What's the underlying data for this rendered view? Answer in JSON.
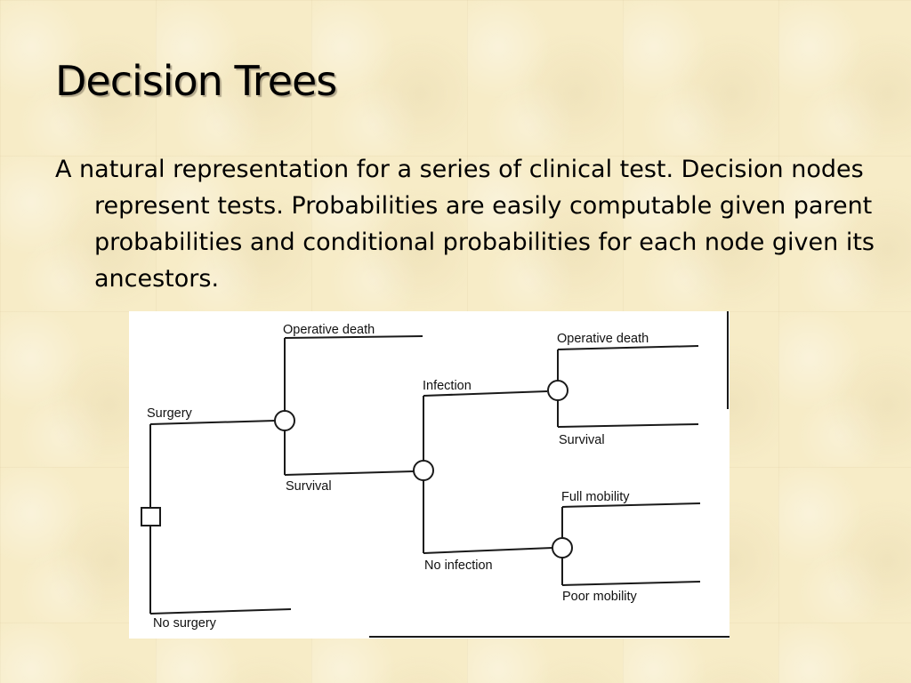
{
  "slide": {
    "title": "Decision Trees",
    "body": "A natural representation for a series of clinical test. Decision nodes represent tests. Probabilities are easily computable given parent probabilities and conditional probabilities for each node given its ancestors."
  },
  "tree": {
    "labels": {
      "surgery": "Surgery",
      "no_surgery": "No surgery",
      "operative_death_1": "Operative death",
      "survival_1": "Survival",
      "infection": "Infection",
      "no_infection": "No infection",
      "operative_death_2": "Operative death",
      "survival_2": "Survival",
      "full_mobility": "Full mobility",
      "poor_mobility": "Poor mobility"
    }
  }
}
